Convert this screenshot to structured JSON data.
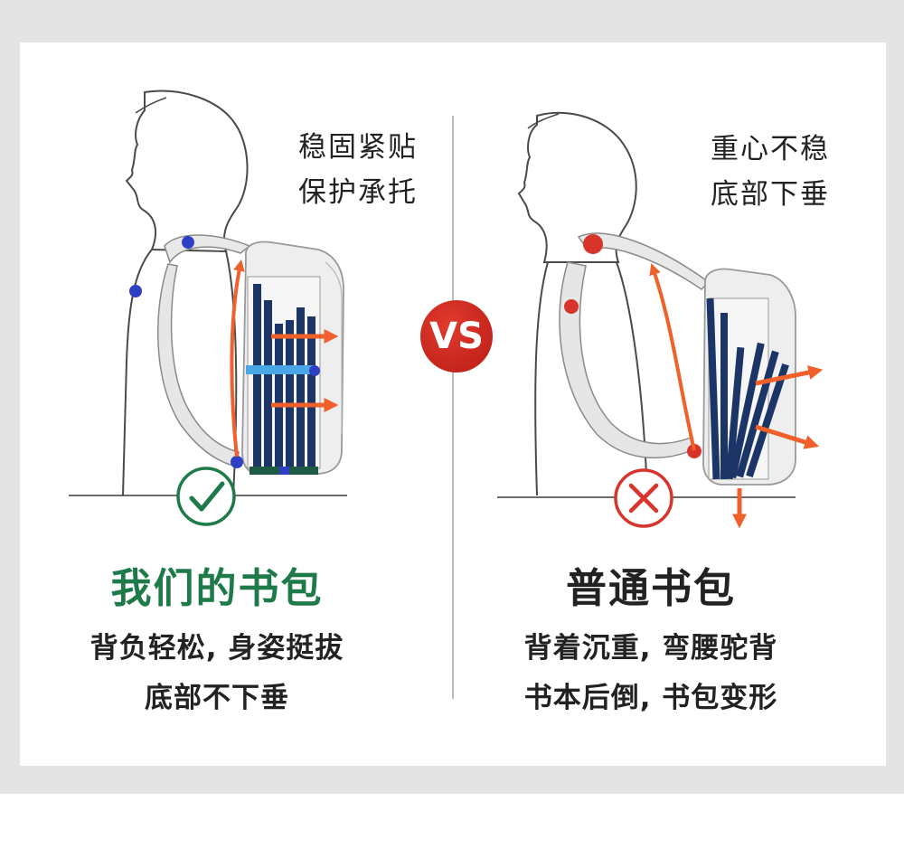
{
  "left": {
    "caption_line1": "稳固紧贴",
    "caption_line2": "保护承托",
    "title": "我们的书包",
    "desc_line1": "背负轻松, 身姿挺拔",
    "desc_line2": "底部不下垂",
    "title_color": "#1f7a4a",
    "status_icon": "check-circle-icon"
  },
  "right": {
    "caption_line1": "重心不稳",
    "caption_line2": "底部下垂",
    "title": "普通书包",
    "desc_line1": "背着沉重, 弯腰驼背",
    "desc_line2": "书本后倒, 书包变形",
    "title_color": "#222222",
    "status_icon": "cross-circle-icon"
  },
  "vs_label": "VS",
  "colors": {
    "arrow": "#f0602a",
    "book": "#1c3567",
    "good_point": "#2d3fc2",
    "bad_point": "#d9342b"
  }
}
